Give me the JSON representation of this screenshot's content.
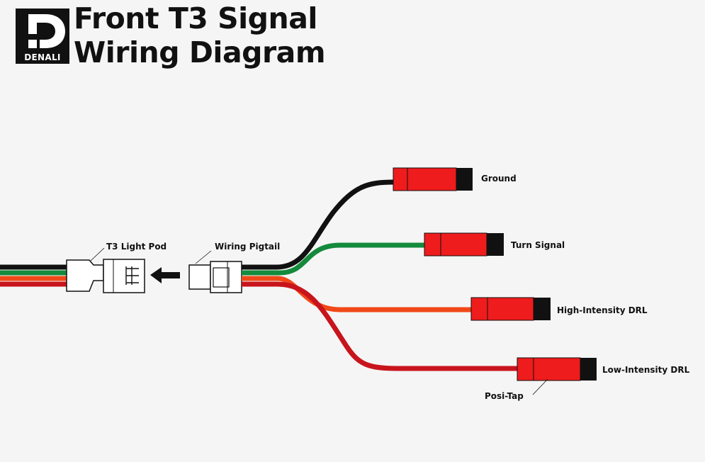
{
  "logo": {
    "text": "DENALI"
  },
  "title": {
    "line1": "Front T3 Signal",
    "line2": "Wiring Diagram"
  },
  "labels": {
    "light_pod": "T3 Light Pod",
    "pigtail": "Wiring Pigtail",
    "ground": "Ground",
    "turn_signal": "Turn Signal",
    "high_drl": "High-Intensity DRL",
    "low_drl": "Low-Intensity DRL",
    "posi_tap": "Posi-Tap"
  },
  "colors": {
    "background": "#f5f5f5",
    "wire_black": "#111111",
    "wire_green": "#148a3c",
    "wire_orange": "#f04818",
    "wire_red": "#c8141c",
    "connector_red": "#ee1c1c"
  }
}
